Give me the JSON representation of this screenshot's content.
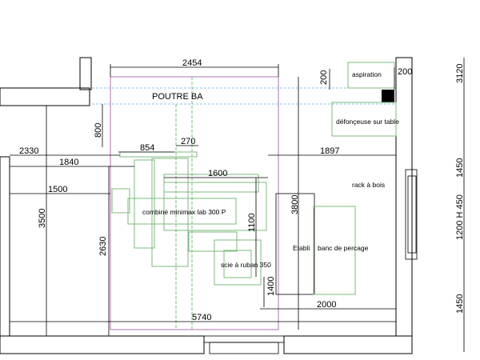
{
  "colors": {
    "wall": "#000000",
    "machine_outline": "#7cb87c",
    "room_outline": "#b070b0",
    "beam_line": "#7cc8e0",
    "marker": "#000000"
  },
  "beam": {
    "label": "POUTRE BA"
  },
  "machines": {
    "aspiration": "aspiration",
    "defonceuse": "défonçeuse sur table",
    "rack": "rack à bois",
    "combine": "combiné minimax lab 300 P",
    "scie": "scie à ruban 350",
    "etabli": "Etabli",
    "perceuse": "banc de percage"
  },
  "dimensions": {
    "d2454": "2454",
    "d200a": "200",
    "d200b": "200",
    "d800": "800",
    "d2330": "2330",
    "d854": "854",
    "d270": "270",
    "d1897": "1897",
    "d1840": "1840",
    "d1600": "1600",
    "d1500": "1500",
    "d3800": "3800",
    "d3500": "3500",
    "d1100": "1100",
    "d2630": "2630",
    "d1400": "1400",
    "d2000": "2000",
    "d5740": "5740"
  },
  "right_scale": {
    "top": "3120",
    "mid1": "1200 H 450",
    "mid2": "1450",
    "bottom": "1450"
  }
}
